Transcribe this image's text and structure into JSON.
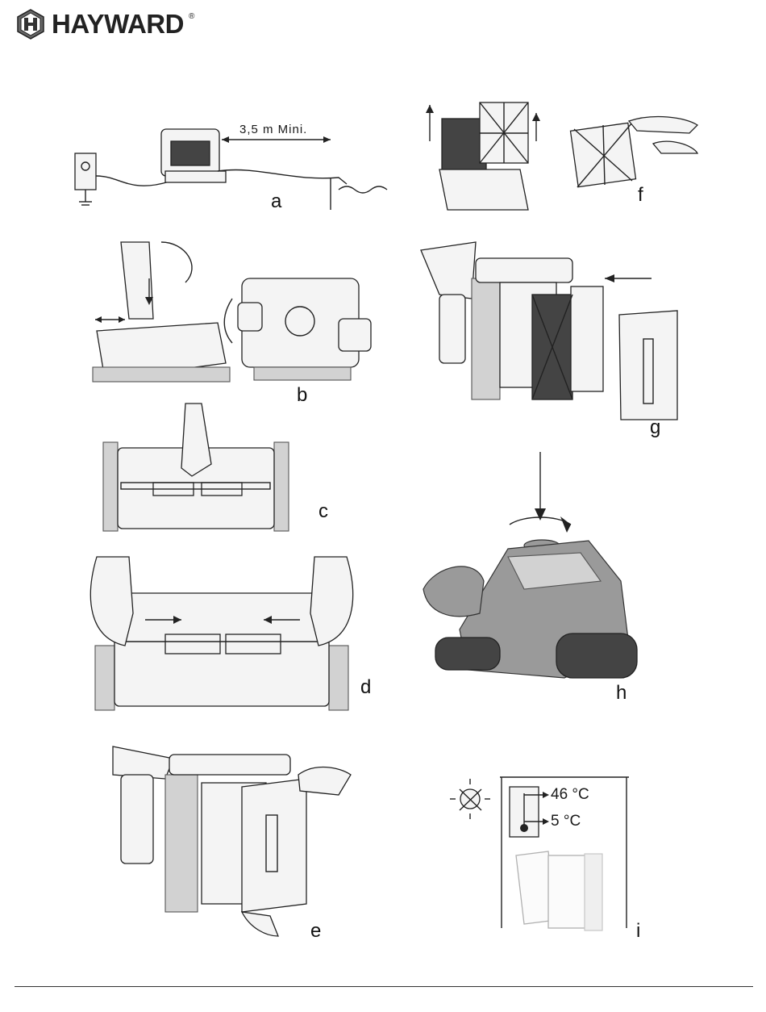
{
  "brand": {
    "name": "HAYWARD",
    "registered_mark": "®",
    "logo_icon": "hayward-h-hexagon-logo"
  },
  "panels": {
    "a": {
      "letter": "a",
      "distance_label": "3,5  m  Mini."
    },
    "b": {
      "letter": "b"
    },
    "c": {
      "letter": "c"
    },
    "d": {
      "letter": "d"
    },
    "e": {
      "letter": "e"
    },
    "f": {
      "letter": "f"
    },
    "g": {
      "letter": "g"
    },
    "h": {
      "letter": "h"
    },
    "i": {
      "letter": "i",
      "temp_max": "46 °C",
      "temp_min": "5 °C"
    }
  },
  "colors": {
    "ink": "#1a1a1a",
    "robot_gray": "#9a9a9a",
    "paper": "#ffffff"
  }
}
